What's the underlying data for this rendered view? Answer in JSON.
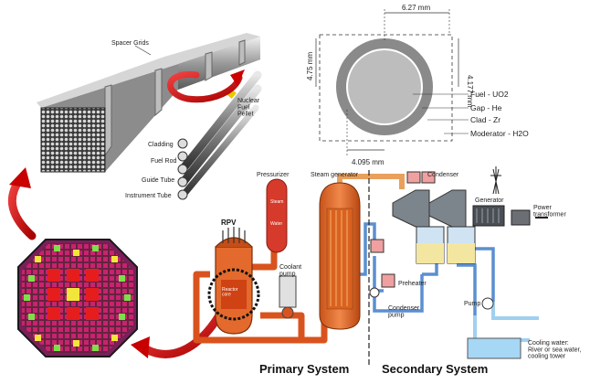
{
  "assembly": {
    "spacer_grids": "Spacer\nGrids",
    "nuclear_fuel_pellet": "Nuclear\nFuel\nPellet",
    "cladding": "Cladding",
    "fuel_rod": "Fuel Rod",
    "guide_tube": "Guide Tube",
    "instrument_tube": "Instrument Tube"
  },
  "cross_section": {
    "dim_top": "6.27 mm",
    "dim_left": "4.75 mm",
    "dim_right": "4.177 mm",
    "dim_bottom": "4.095 mm",
    "legend": [
      "Fuel - UO2",
      "Gap - He",
      "Clad - Zr",
      "Moderator - H2O"
    ],
    "colors": {
      "fuel": "#bdbdbd",
      "clad": "#8a8a8a",
      "gap": "#ffffff"
    }
  },
  "plant": {
    "pressurizer": "Pressurizer",
    "steam_generator": "Steam generator",
    "condenser": "Condenser",
    "generator": "Generator",
    "power_transformer": "Power\ntransformer",
    "rpv": "RPV",
    "coolant_pump": "Coolant\npump",
    "reactor_core": "Reactor\ncore",
    "preheater": "Preheater",
    "condenser_pump": "Condenser\npump",
    "pump": "Pump",
    "cooling_water": "Cooling water:\nRiver or sea water,\ncooling tower",
    "steam_label": "Steam",
    "water_label": "Water",
    "primary_system": "Primary System",
    "secondary_system": "Secondary System",
    "colors": {
      "primary": "#d9531e",
      "steam": "#e8a05c",
      "secondary": "#5b8fd0",
      "cooling": "#9fd0f0"
    }
  }
}
